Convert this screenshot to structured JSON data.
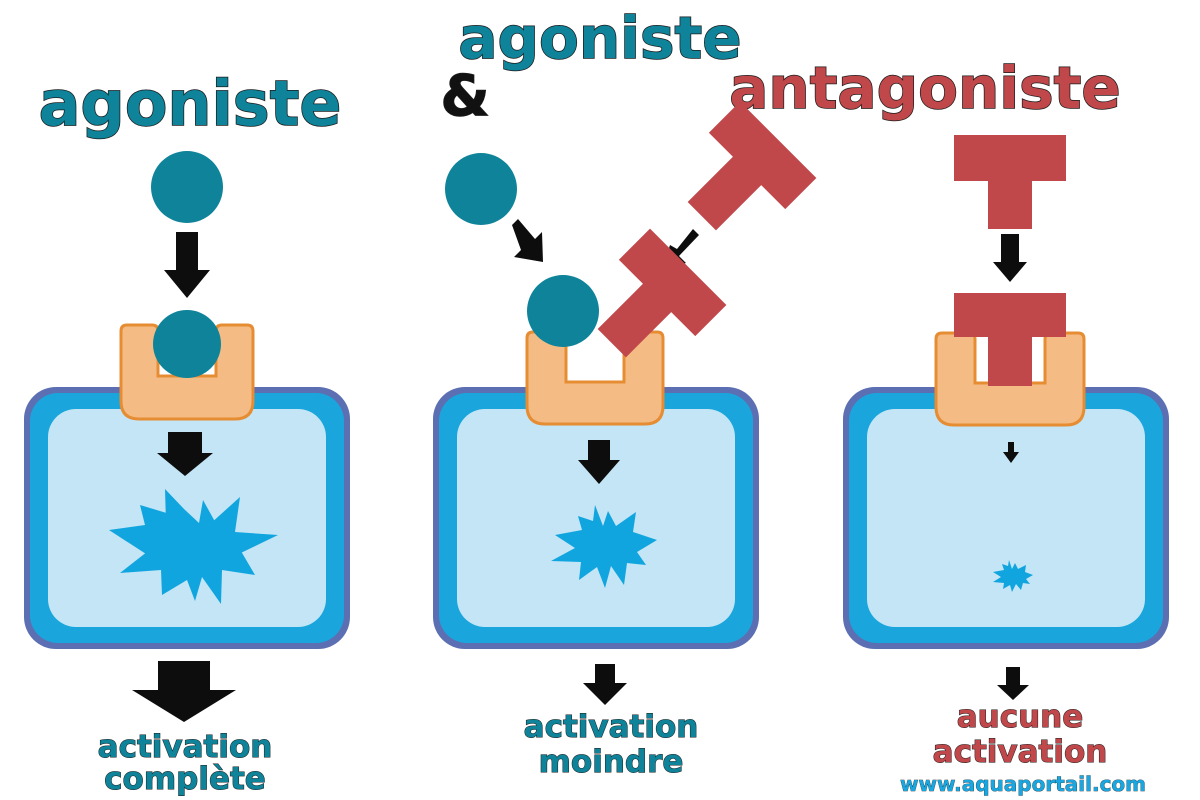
{
  "colors": {
    "agonist": "#0e8399",
    "antagonist": "#c0474a",
    "cell_border": "#5c6fb2",
    "cell_outer": "#1aa6dc",
    "cell_inner": "#c3e5f6",
    "receptor": "#f4bc84",
    "receptor_border": "#e68c32",
    "burst": "#11a5df",
    "arrow": "#0d0d0d",
    "url": "#18a7e0"
  },
  "panels": [
    {
      "title": "agoniste",
      "caption": [
        "activation",
        "complète"
      ],
      "signal": 1.0
    },
    {
      "title_lines": [
        "agoniste",
        "&",
        "antagoniste"
      ],
      "caption": [
        "activation",
        "moindre"
      ],
      "signal": 0.55
    },
    {
      "caption": [
        "aucune",
        "activation"
      ],
      "signal": 0.2
    }
  ],
  "watermark": "www.aquaportail.com"
}
